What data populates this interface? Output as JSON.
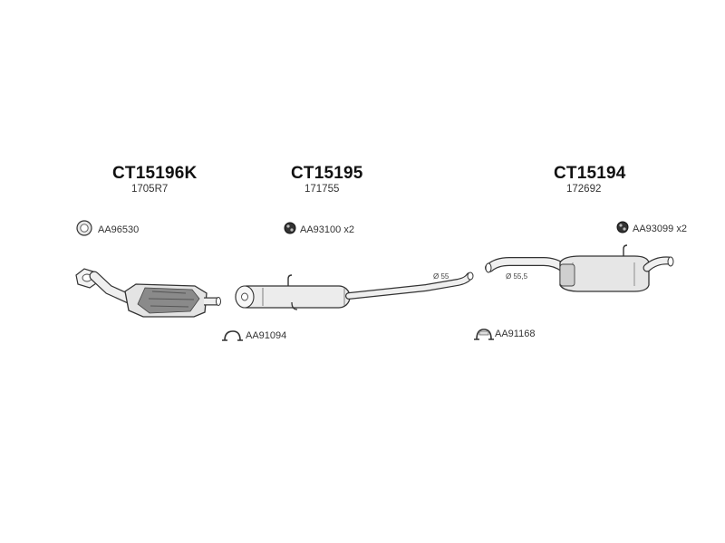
{
  "groups": [
    {
      "code": "CT15196K",
      "ref": "1705R7"
    },
    {
      "code": "CT15195",
      "ref": "171755"
    },
    {
      "code": "CT15194",
      "ref": "172692"
    }
  ],
  "parts": {
    "gasket": "AA96530",
    "rubber_mount_1": "AA93100 x2",
    "rubber_mount_2": "AA93099 x2",
    "clamp_1": "AA91094",
    "clamp_2": "AA91168"
  },
  "dims": {
    "pipe_1": "Ø 55",
    "pipe_2": "Ø 55,5"
  }
}
